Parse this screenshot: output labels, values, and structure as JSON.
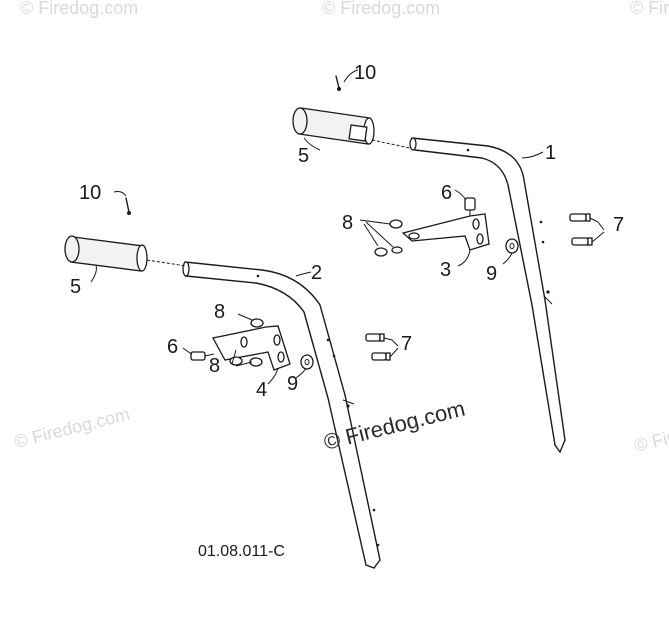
{
  "diagram": {
    "drawing_code": "01.08.011-C",
    "watermark_center": "© Firedog.com",
    "watermark_faint": "© Firedog.com",
    "callouts": {
      "c1": "1",
      "c2": "2",
      "c3": "3",
      "c4": "4",
      "c5a": "5",
      "c5b": "5",
      "c6a": "6",
      "c6b": "6",
      "c7a": "7",
      "c7b": "7",
      "c8a": "8",
      "c8b": "8",
      "c8c": "8",
      "c9a": "9",
      "c9b": "9",
      "c10a": "10",
      "c10b": "10"
    }
  }
}
